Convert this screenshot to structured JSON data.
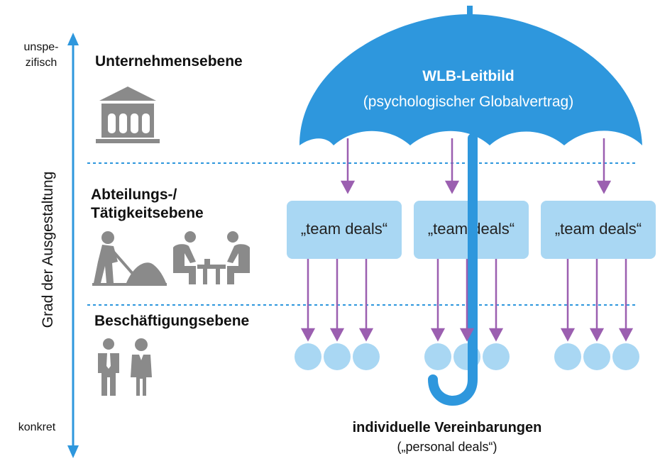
{
  "axis": {
    "top_label_line1": "unspe-",
    "top_label_line2": "zifisch",
    "bottom_label": "konkret",
    "title": "Grad der Ausgestaltung"
  },
  "levels": {
    "company": "Unternehmensebene",
    "department_line1": "Abteilungs-/",
    "department_line2": "Tätigkeitsebene",
    "employment": "Beschäftigungsebene"
  },
  "umbrella": {
    "title": "WLB-Leitbild",
    "subtitle": "(psychologischer Globalvertrag)"
  },
  "team_deals": [
    "„team deals“",
    "„team deals“",
    "„team deals“"
  ],
  "footer": {
    "title": "individuelle Vereinbarungen",
    "subtitle": "(„personal deals“)"
  },
  "colors": {
    "umbrella": "#2e97dd",
    "axis": "#2e97dd",
    "box": "#a9d7f3",
    "arrows": "#9b5fb0",
    "dashed": "#2e97dd",
    "icons": "#8a8a8a"
  },
  "icons": [
    "building-icon",
    "worker-shoveling-icon",
    "people-meeting-icon",
    "businessman-icon",
    "businesswoman-icon"
  ]
}
